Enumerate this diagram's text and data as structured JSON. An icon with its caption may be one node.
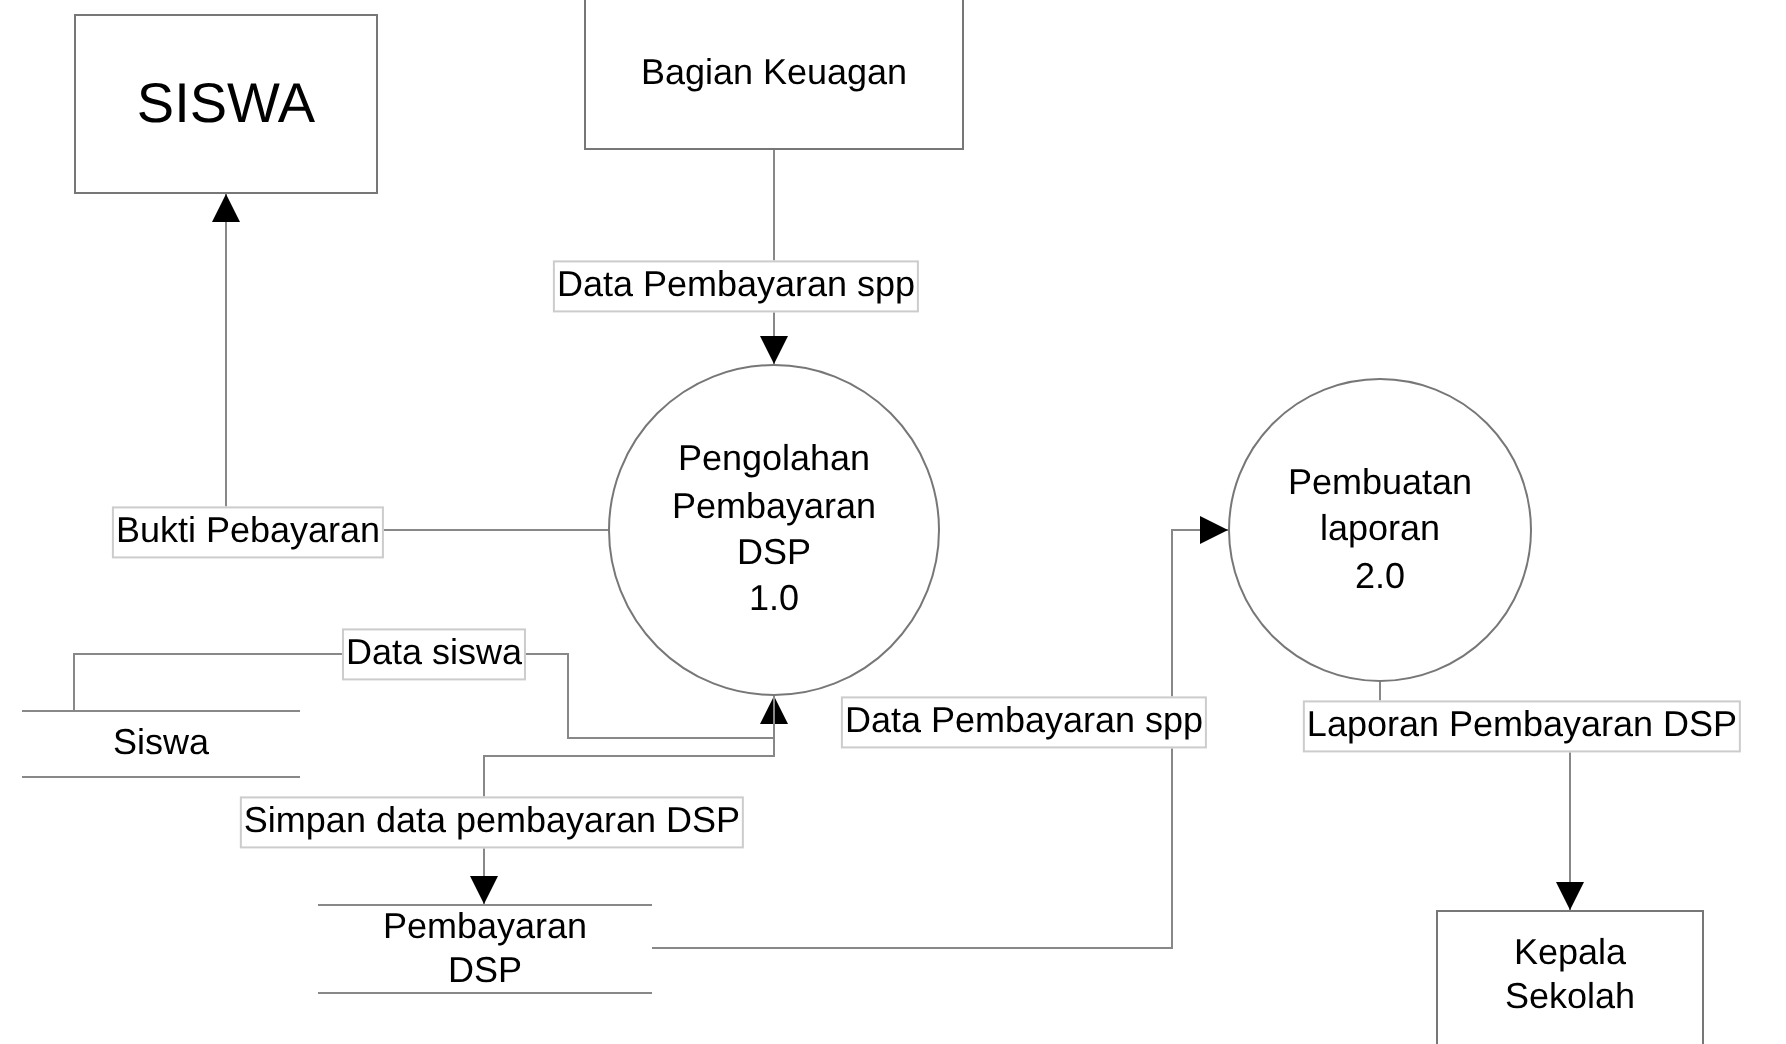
{
  "diagram": {
    "nodes": [
      {
        "text": [
          "SISWA"
        ]
      },
      {
        "text": [
          "Bagian Keuagan"
        ]
      },
      {
        "text": [
          "Pengolahan Pembayaran DSP",
          "1.0"
        ]
      },
      {
        "text": [
          "Pembuatan laporan",
          "2.0"
        ]
      },
      {
        "text": [
          "Siswa"
        ]
      },
      {
        "text": [
          "Pembayaran DSP"
        ]
      },
      {
        "text": [
          "Kepala Sekolah"
        ]
      }
    ],
    "edges": [
      {
        "from": 1,
        "to": 2,
        "arrow": "to",
        "label": "Data Pembayaran spp"
      },
      {
        "from": 2,
        "to": 0,
        "arrow": "to",
        "label": "Bukti Pebayaran"
      },
      {
        "from": 4,
        "to": 2,
        "arrow": "to",
        "label": "Data siswa"
      },
      {
        "from": 2,
        "to": 5,
        "arrow": "to",
        "label": "Simpan data pembayaran DSP"
      },
      {
        "from": 5,
        "to": 3,
        "arrow": "to",
        "label": "Data Pembayaran spp"
      },
      {
        "from": 3,
        "to": 6,
        "arrow": "to",
        "label": "Laporan Pembayaran DSP"
      }
    ]
  }
}
